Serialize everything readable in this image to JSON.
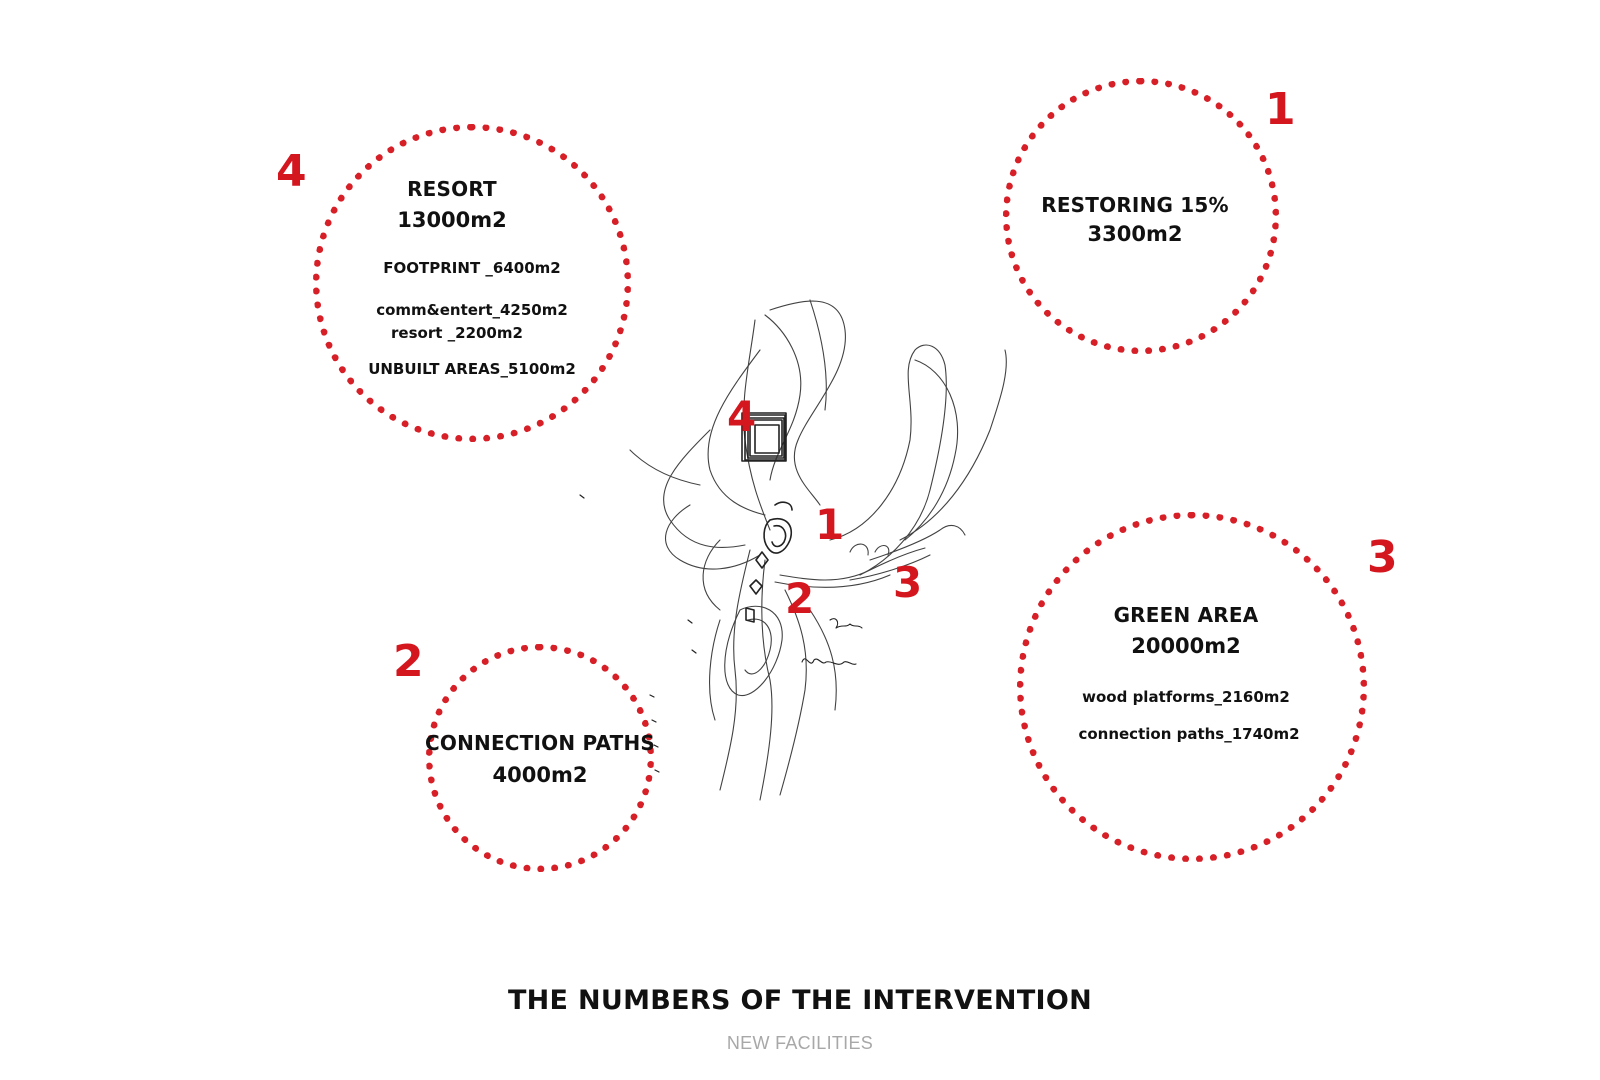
{
  "title": "THE NUMBERS OF THE INTERVENTION",
  "subtitle": "NEW FACILITIES",
  "accent_color": "#d4171f",
  "circles": {
    "resort": {
      "number": "4",
      "title": "RESORT",
      "value": "13000m2",
      "lines": [
        "FOOTPRINT _6400m2",
        "comm&entert_4250m2",
        "resort _2200m2",
        "UNBUILT AREAS_5100m2"
      ]
    },
    "restoring": {
      "number": "1",
      "title": "RESTORING 15%",
      "value": "3300m2"
    },
    "green": {
      "number": "3",
      "title": "GREEN AREA",
      "value": "20000m2",
      "lines": [
        "wood platforms_2160m2",
        "connection paths_1740m2"
      ]
    },
    "paths": {
      "number": "2",
      "title": "CONNECTION PATHS",
      "value": "4000m2"
    }
  },
  "sketch": {
    "labels": [
      "4",
      "1",
      "2",
      "3"
    ],
    "icon": "hand-drawn-site-sketch"
  }
}
